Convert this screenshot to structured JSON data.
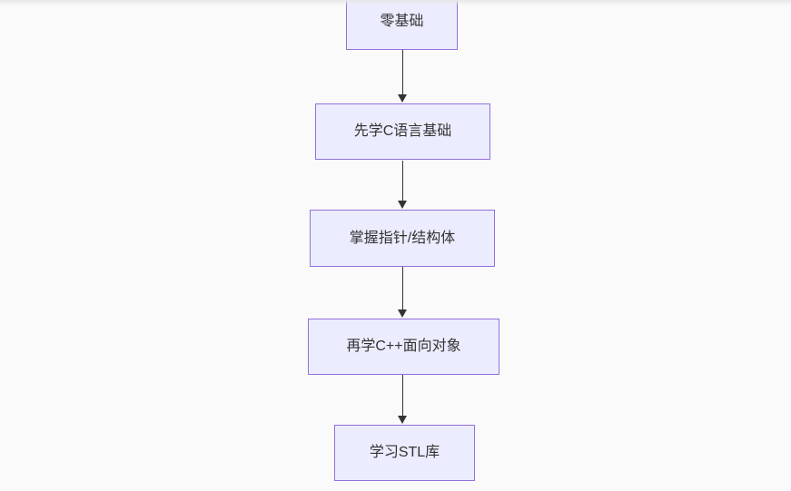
{
  "diagram": {
    "type": "flowchart",
    "direction": "top-down",
    "nodes": [
      {
        "id": "n1",
        "label": "零基础"
      },
      {
        "id": "n2",
        "label": "先学C语言基础"
      },
      {
        "id": "n3",
        "label": "掌握指针/结构体"
      },
      {
        "id": "n4",
        "label": "再学C++面向对象"
      },
      {
        "id": "n5",
        "label": "学习STL库"
      }
    ],
    "edges": [
      {
        "from": "零基础",
        "to": "先学C语言基础"
      },
      {
        "from": "先学C语言基础",
        "to": "掌握指针/结构体"
      },
      {
        "from": "掌握指针/结构体",
        "to": "再学C++面向对象"
      },
      {
        "from": "再学C++面向对象",
        "to": "学习STL库"
      }
    ],
    "theme": {
      "node_fill": "#ececff",
      "node_border": "#9370db",
      "node_text": "#333333",
      "arrow_color": "#333333",
      "background": "#fafafa"
    }
  }
}
